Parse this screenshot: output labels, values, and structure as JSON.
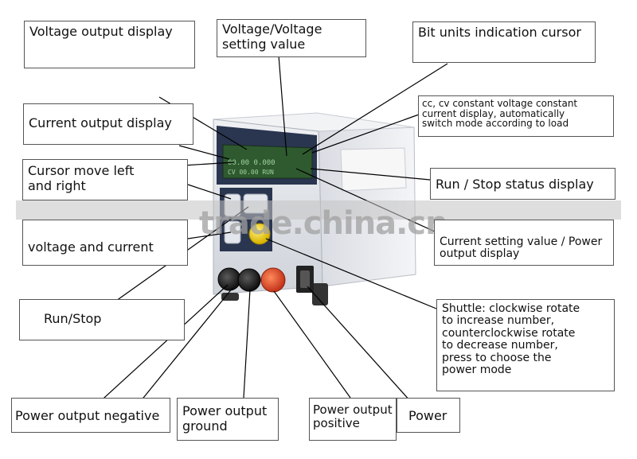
{
  "labels": {
    "voltage_output_display": "Voltage output display",
    "voltage_setting_1": "Voltage/Voltage",
    "voltage_setting_2": "setting value",
    "bit_units_cursor": "Bit units indication cursor",
    "cc_cv_1": "cc, cv constant voltage constant",
    "cc_cv_2": "current display, automatically",
    "cc_cv_3": "switch mode according to load",
    "current_output_display": "Current output display",
    "cursor_move_1": "Cursor move left",
    "cursor_move_2": "and right",
    "run_stop_status": "Run / Stop status display",
    "voltage_and_current": "voltage and current",
    "current_setting_1": "Current setting value / Power",
    "current_setting_2": "output display",
    "run_stop": "Run/Stop",
    "shuttle_1": "Shuttle: clockwise rotate",
    "shuttle_2": "to increase number,",
    "shuttle_3": "counterclockwise rotate",
    "shuttle_4": "to decrease number,",
    "shuttle_5": "press to choose the",
    "shuttle_6": "power mode",
    "power_output_negative": "Power output negative",
    "power_output_ground_1": "Power output",
    "power_output_ground_2": "ground",
    "power_output_positive_1": "Power output",
    "power_output_positive_2": "positive",
    "power": "Power"
  },
  "watermark": "trade.china.cn",
  "colors": {
    "lcd": "#2f5a2f",
    "panel": "#2a3550",
    "case": "#e6e8ec",
    "knob": "#f2d21b",
    "terminal_black": "#1b1b1b",
    "terminal_red": "#d8431f",
    "switch": "#222222",
    "leader_line": "#000000"
  }
}
